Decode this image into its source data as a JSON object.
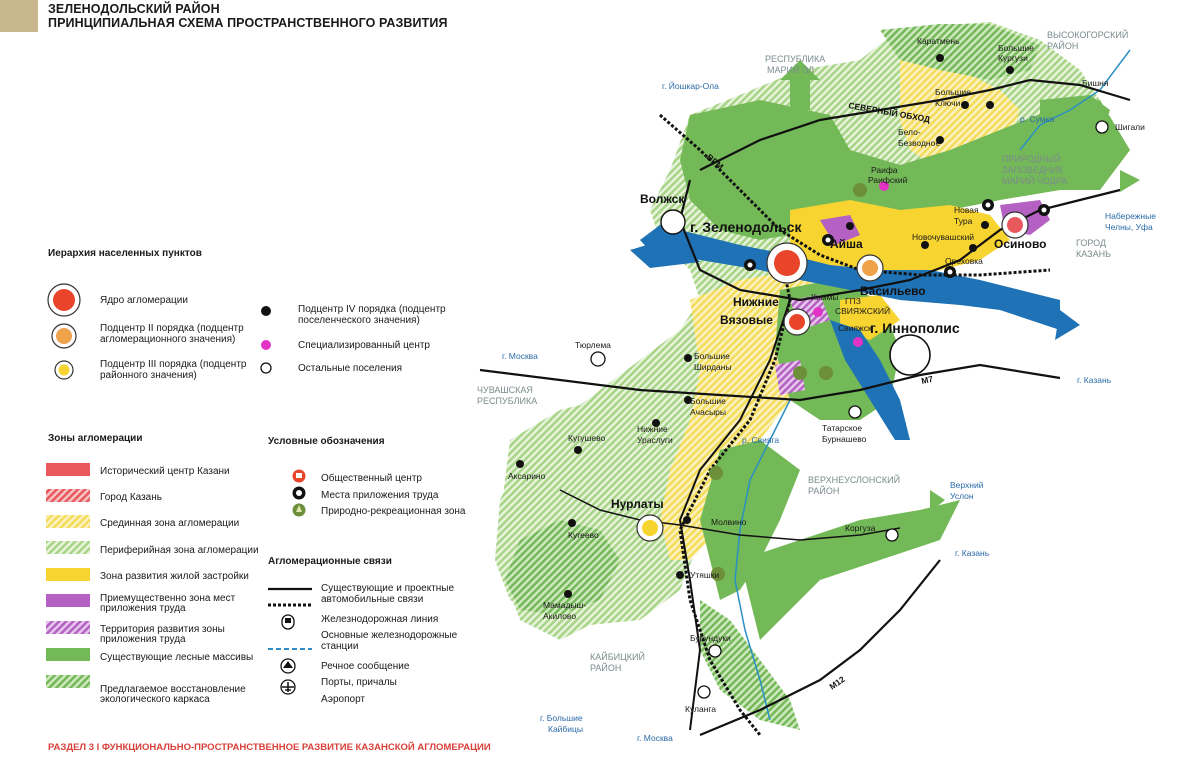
{
  "header": {
    "title_line1": "ЗЕЛЕНОДОЛЬСКИЙ РАЙОН",
    "title_line2": "ПРИНЦИПИАЛЬНАЯ СХЕМА ПРОСТРАНСТВЕННОГО РАЗВИТИЯ"
  },
  "footer": {
    "text": "РАЗДЕЛ 3 I ФУНКЦИОНАЛЬНО-ПРОСТРАНСТВЕННОЕ РАЗВИТИЕ КАЗАНСКОЙ АГЛОМЕРАЦИИ"
  },
  "legend": {
    "hierarchy": {
      "title": "Иерархия населенных пунктов",
      "core": "Ядро агломерации",
      "sub2_l1": "Подцентр II порядка (подцентр",
      "sub2_l2": "агломерационного значения)",
      "sub3_l1": "Подцентр III порядка (подцентр",
      "sub3_l2": "районного значения)",
      "sub4_l1": "Подцентр IV порядка (подцентр",
      "sub4_l2": "поселенческого значения)",
      "specialized": "Специализированный центр",
      "other": "Остальные поселения"
    },
    "zones": {
      "title": "Зоны агломерации",
      "items": [
        {
          "label": "Исторический центр Казани",
          "color": "#e8585c"
        },
        {
          "label": "Город Казань",
          "color": "#e8585c"
        },
        {
          "label": "Срединная зона агломерации",
          "color": "#f3dc5a"
        },
        {
          "label": "Периферийная зона агломерации",
          "color": "#9fcf7a"
        },
        {
          "label": "Зона развития жилой застройки",
          "color": "#f7d430"
        },
        {
          "label": "Приемущественно зона мест приложения труда",
          "color": "#b561c3"
        },
        {
          "label": "Территория развития зоны приложения труда",
          "color": "#b561c3"
        },
        {
          "label": "Существующие лесные массивы",
          "color": "#74b957"
        },
        {
          "label": "Предлагаемое восстановление экологического каркаса",
          "color": "#74b957"
        }
      ]
    },
    "symbols": {
      "title": "Условные обозначения",
      "public_center": "Общественный центр",
      "work_places": "Места приложения труда",
      "recreation": "Природно-рекреационная зона"
    },
    "links": {
      "title": "Агломерационные связи",
      "roads_l1": "Существующие и проектные",
      "roads_l2": "автомобильные связи",
      "railway": "Железнодорожная линия",
      "stations_l1": "Основные железнодорожные",
      "stations_l2": "станции",
      "river": "Речное сообщение",
      "ports": "Порты, причалы",
      "airport": "Аэропорт"
    }
  },
  "map": {
    "regions": {
      "mari_l1": "РЕСПУБЛИКА",
      "mari_l2": "МАРИЙ ЭЛ",
      "vysokogorsk_l1": "ВЫСОКОГОРСКИЙ",
      "vysokogorsk_l2": "РАЙОН",
      "reserve_l1": "ПРИРОДНЫЙ",
      "reserve_l2": "ЗАПОВЕДНИК",
      "reserve_l3": "МАРИЙ ЧОДРА",
      "kazan_l1": "ГОРОД",
      "kazan_l2": "КАЗАНЬ",
      "chuvash_l1": "ЧУВАШСКАЯ",
      "chuvash_l2": "РЕСПУБЛИКА",
      "verkhneuslon_l1": "ВЕРХНЕУСЛОНСКИЙ",
      "verkhneuslon_l2": "РАЙОН",
      "kaybitsy_l1": "КАЙБИЦКИЙ",
      "kaybitsy_l2": "РАЙОН"
    },
    "cities": {
      "zelenodolsk": "г. Зеленодольск",
      "volzhsk": "Волжск",
      "innopolis": "г. Иннополис",
      "aisha": "Айша",
      "vasilevo": "Васильево",
      "osinovo": "Осиново",
      "nizhnie_l1": "Нижние",
      "nizhnie_l2": "Вязовые",
      "nurlaty": "Нурлаты"
    },
    "villages": {
      "karatmen": "Каратмень",
      "b_kurgusy_l1": "Большие",
      "b_kurgusy_l2": "Кургузи",
      "bishnya": "Бишня",
      "b_klyuchi_l1": "Большие",
      "b_klyuchi_l2": "Ключи",
      "shigali": "Шигали",
      "belo_l1": "Бело-",
      "belo_l2": "Безводное",
      "raifa_l1": "Раифа",
      "raifa_l2": "Раифский",
      "novaya_l1": "Новая",
      "novaya_l2": "Тура",
      "novochuv": "Новочувашский",
      "orekhovka": "Ореховка",
      "kimmy": "Киммы",
      "gpz_l1": "ГПЗ",
      "gpz_l2": "СВИЯЖСКИЙ",
      "sviyazhsk": "Свияжск",
      "tyurlema": "Тюрлема",
      "b_shirdany_l1": "Большие",
      "b_shirdany_l2": "Ширданы",
      "b_achasyry_l1": "Большие",
      "b_achasyry_l2": "Ачасыры",
      "n_uraslugi_l1": "Нижние",
      "n_uraslugi_l2": "Урaслуги",
      "kugushevo": "Кугушево",
      "aksarino": "Аксарино",
      "kugeevo": "Кугеево",
      "molvino": "Молвино",
      "utyashki": "Утяшки",
      "mamadysh_l1": "Мамадыш-",
      "mamadysh_l2": "Акилово",
      "burunduki": "Бурундуки",
      "kulanga": "Куланга",
      "korguza": "Коргуза",
      "tatar_l1": "Татарское",
      "tatar_l2": "Бурнашево"
    },
    "directions": {
      "yoshkar": "г. Йошкар-Ола",
      "severny": "СЕВЕРНЫЙ ОБХОД",
      "sumka": "р. Сумка",
      "chelny_l1": "Набережные",
      "chelny_l2": "Челны, Уфа",
      "moscow_w": "г. Москва",
      "kazan_e": "г. Казань",
      "sviyaga": "р. Свияга",
      "verkhniy_l1": "Верхний",
      "verkhniy_l2": "Услон",
      "kazan_se": "г. Казань",
      "b_kaybitsy_l1": "г. Большие",
      "b_kaybitsy_l2": "Кайбицы",
      "moscow_s": "г. Москва",
      "m7": "М7",
      "m12": "М12",
      "vrm": "ВРМ"
    }
  },
  "colors": {
    "forest": "#74b957",
    "peripheral": "#c3e2a8",
    "mid": "#f4e07a",
    "housing": "#f7d430",
    "water": "#1f72b5",
    "work": "#b561c3",
    "core": "#e8452b",
    "sub2": "#f0a24a",
    "specialized": "#e233c6",
    "accent": "#d9403a"
  }
}
